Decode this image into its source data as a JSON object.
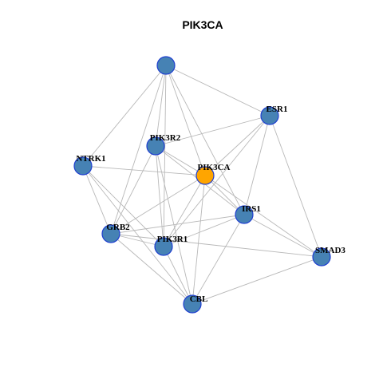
{
  "title": "PIK3CA",
  "colors": {
    "node_fill": "#4682b4",
    "node_border": "#1f3fd0",
    "center_fill": "#ffa500",
    "edge": "#b8b8b8"
  },
  "graph": {
    "center": "PIK3CA",
    "nodes": [
      {
        "id": "unlabeled",
        "label": ""
      },
      {
        "id": "ESR1",
        "label": "ESR1"
      },
      {
        "id": "PIK3R2",
        "label": "PIK3R2"
      },
      {
        "id": "NTRK1",
        "label": "NTRK1"
      },
      {
        "id": "PIK3CA",
        "label": "PIK3CA"
      },
      {
        "id": "IRS1",
        "label": "IRS1"
      },
      {
        "id": "GRB2",
        "label": "GRB2"
      },
      {
        "id": "PIK3R1",
        "label": "PIK3R1"
      },
      {
        "id": "SMAD3",
        "label": "SMAD3"
      },
      {
        "id": "CBL",
        "label": "CBL"
      }
    ],
    "edges": [
      [
        "unlabeled",
        "ESR1"
      ],
      [
        "unlabeled",
        "NTRK1"
      ],
      [
        "unlabeled",
        "PIK3R2"
      ],
      [
        "unlabeled",
        "GRB2"
      ],
      [
        "unlabeled",
        "PIK3R1"
      ],
      [
        "unlabeled",
        "PIK3CA"
      ],
      [
        "unlabeled",
        "IRS1"
      ],
      [
        "ESR1",
        "PIK3R2"
      ],
      [
        "ESR1",
        "PIK3CA"
      ],
      [
        "ESR1",
        "IRS1"
      ],
      [
        "ESR1",
        "SMAD3"
      ],
      [
        "ESR1",
        "PIK3R1"
      ],
      [
        "PIK3R2",
        "PIK3CA"
      ],
      [
        "PIK3R2",
        "IRS1"
      ],
      [
        "PIK3R2",
        "GRB2"
      ],
      [
        "PIK3R2",
        "PIK3R1"
      ],
      [
        "PIK3R2",
        "CBL"
      ],
      [
        "NTRK1",
        "PIK3CA"
      ],
      [
        "NTRK1",
        "GRB2"
      ],
      [
        "NTRK1",
        "PIK3R1"
      ],
      [
        "NTRK1",
        "CBL"
      ],
      [
        "PIK3CA",
        "IRS1"
      ],
      [
        "PIK3CA",
        "GRB2"
      ],
      [
        "PIK3CA",
        "PIK3R1"
      ],
      [
        "PIK3CA",
        "CBL"
      ],
      [
        "PIK3CA",
        "SMAD3"
      ],
      [
        "IRS1",
        "GRB2"
      ],
      [
        "IRS1",
        "PIK3R1"
      ],
      [
        "IRS1",
        "CBL"
      ],
      [
        "IRS1",
        "SMAD3"
      ],
      [
        "GRB2",
        "PIK3R1"
      ],
      [
        "GRB2",
        "CBL"
      ],
      [
        "GRB2",
        "SMAD3"
      ],
      [
        "PIK3R1",
        "CBL"
      ],
      [
        "SMAD3",
        "CBL"
      ]
    ]
  }
}
